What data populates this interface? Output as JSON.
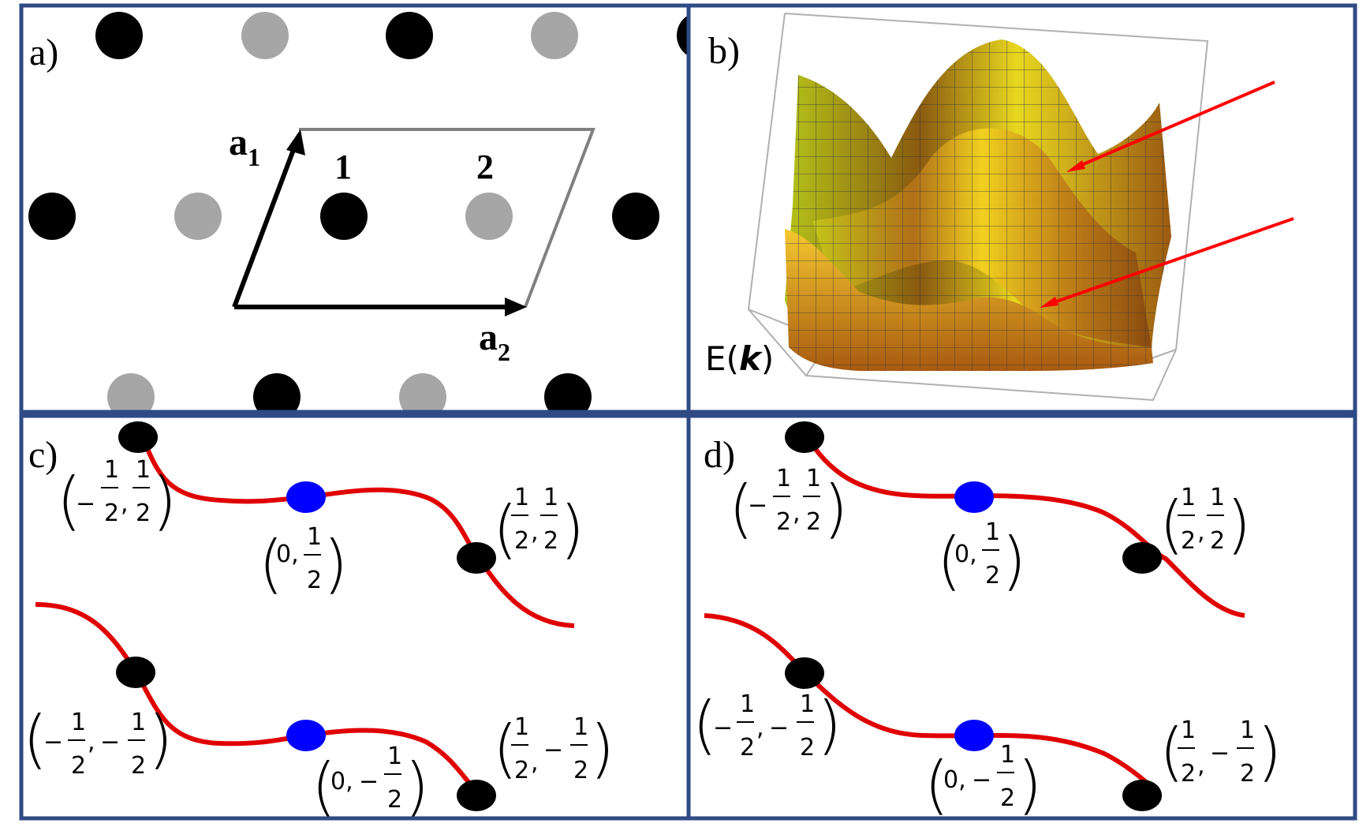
{
  "panels": {
    "a": {
      "label": "a)",
      "site_1": "1",
      "site_2": "2",
      "vec_a1_main": "a",
      "vec_a1_sub": "1",
      "vec_a2_main": "a",
      "vec_a2_sub": "2"
    },
    "b": {
      "label": "b)",
      "energy_label_prefix": "E(",
      "energy_label_var": "k",
      "energy_label_suffix": ")"
    },
    "c": {
      "label": "c)",
      "points": {
        "p1": {
          "x": "−",
          "xn": "1",
          "xd": "2",
          "y": "",
          "yn": "1",
          "yd": "2"
        },
        "p2": {
          "x": "0,",
          "yn": "1",
          "yd": "2"
        },
        "p3": {
          "xn": "1",
          "xd": "2",
          "yn": "1",
          "yd": "2"
        },
        "p4": {
          "x": "−",
          "xn": "1",
          "xd": "2",
          "y": "−",
          "yn": "1",
          "yd": "2"
        },
        "p5": {
          "x": "0,",
          "y": "−",
          "yn": "1",
          "yd": "2"
        },
        "p6": {
          "xn": "1",
          "xd": "2",
          "y": "−",
          "yn": "1",
          "yd": "2"
        }
      }
    },
    "d": {
      "label": "d)"
    }
  },
  "colors": {
    "frame": "#2f4a85",
    "black_site": "#000000",
    "gray_site": "#a6a6a6",
    "curve": "#e00000",
    "blue_site": "#0000ff",
    "arrow": "#ff0000"
  }
}
